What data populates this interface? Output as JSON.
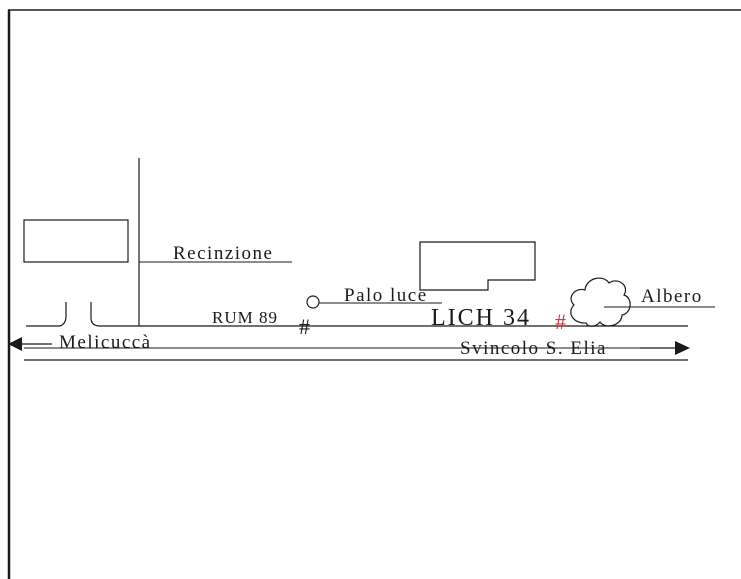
{
  "labels": {
    "recinzione": "Recinzione",
    "palo_luce": "Palo luce",
    "albero": "Albero",
    "rum": "RUM 89",
    "lich": "LICH 34",
    "melicucca": "Melicuccà",
    "svincolo": "Svincolo S. Elia"
  },
  "markers": {
    "hash_symbol": "#",
    "rum_color": "#1a1a1a",
    "lich_color": "#e0304a"
  },
  "colors": {
    "line": "#1a1a1a",
    "background": "#ffffff"
  }
}
